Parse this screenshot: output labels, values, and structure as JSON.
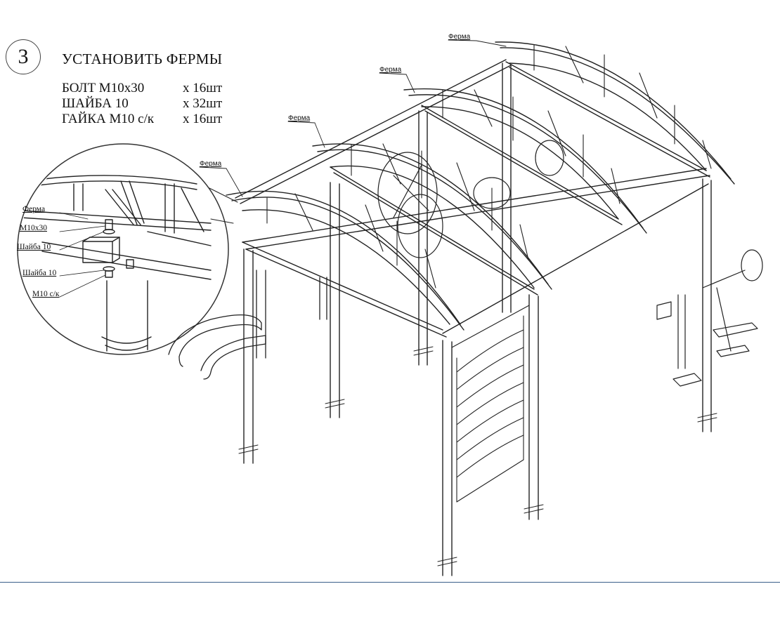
{
  "step": {
    "number": "3",
    "title": "УСТАНОВИТЬ ФЕРМЫ"
  },
  "parts": [
    {
      "name": "БОЛТ М10х30",
      "qty": "х 16шт"
    },
    {
      "name": "ШАЙБА 10",
      "qty": "х 32шт"
    },
    {
      "name": "ГАЙКА М10 с/к",
      "qty": "х 16шт"
    }
  ],
  "callouts": {
    "truss_1": "Ферма",
    "truss_2": "Ферма",
    "truss_3": "Ферма",
    "truss_4": "Ферма"
  },
  "detail": {
    "truss": "Ферма",
    "bolt": "М10х30",
    "washer_top": "Шайба 10",
    "washer_bottom": "Шайба 10",
    "nut": "М10 с/к"
  }
}
